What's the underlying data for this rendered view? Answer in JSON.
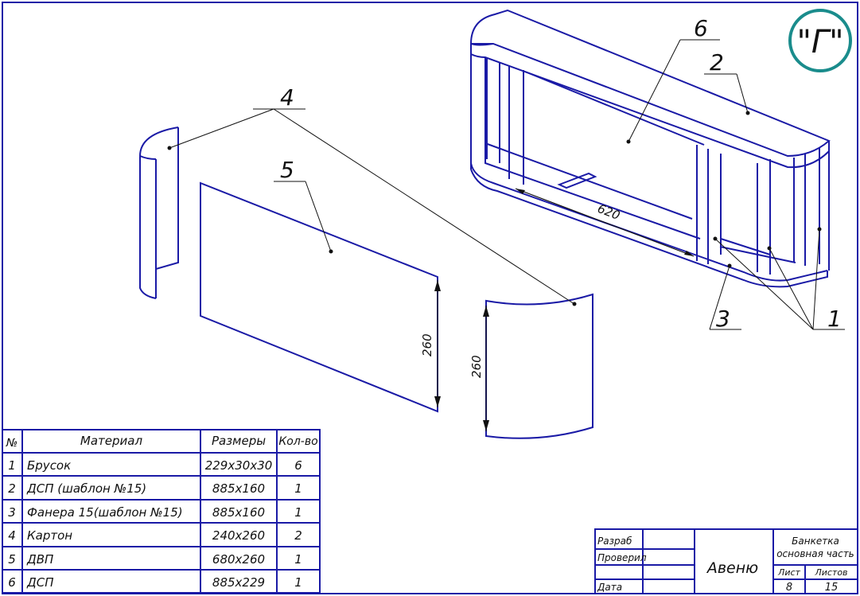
{
  "stamp": {
    "text": "\"Г\"",
    "color": "#1a8c8c"
  },
  "callouts": [
    "1",
    "2",
    "3",
    "4",
    "5",
    "6"
  ],
  "dimensions": {
    "length": "620",
    "height_panel": "260",
    "height_curved": "260"
  },
  "colors": {
    "outline": "#1a1aa6",
    "text": "#111111"
  },
  "table": {
    "headers": [
      "№",
      "Материал",
      "Размеры",
      "Кол-во"
    ],
    "rows": [
      [
        "1",
        "Брусок",
        "229х30х30",
        "6"
      ],
      [
        "2",
        "ДСП (шаблон №15)",
        "885х160",
        "1"
      ],
      [
        "3",
        "Фанера 15(шаблон №15)",
        "885х160",
        "1"
      ],
      [
        "4",
        "Картон",
        "240х260",
        "2"
      ],
      [
        "5",
        "ДВП",
        "680х260",
        "1"
      ],
      [
        "6",
        "ДСП",
        "885х229",
        "1"
      ]
    ]
  },
  "title_block": {
    "razrab": "Разраб",
    "proveril": "Проверил",
    "data": "Дата",
    "name": "Авеню",
    "title_line1": "Банкетка",
    "title_line2": "основная часть",
    "list_label": "Лист",
    "listov_label": "Листов",
    "list_value": "8",
    "listov_value": "15"
  }
}
